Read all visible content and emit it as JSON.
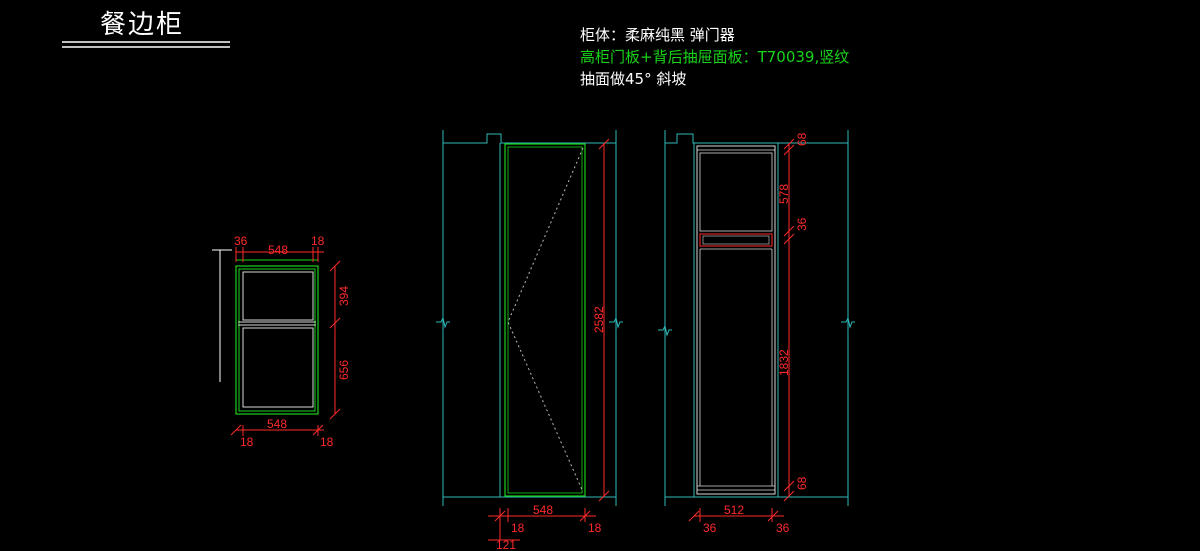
{
  "drawing": {
    "title": "餐边柜",
    "notes": [
      "柜体：柔麻纯黑 弹门器",
      "高柜门板+背后抽屉面板：T70039,竖纹",
      "抽面做45° 斜坡"
    ]
  },
  "dimensions": {
    "small_cabinet": {
      "top_left": "36",
      "top_mid": "548",
      "top_right": "18",
      "upper_height": "394",
      "lower_height": "656",
      "bottom_width": "548",
      "bottom_left": "18",
      "bottom_right": "18"
    },
    "tall_door": {
      "height": "2582",
      "width": "548",
      "left": "18",
      "right": "18",
      "offset": "121"
    },
    "tall_interior": {
      "top": "68",
      "upper": "578",
      "drawer": "36",
      "lower": "1832",
      "bottom": "68",
      "width": "512",
      "left": "36",
      "right": "36"
    }
  },
  "colors": {
    "dimension": "#ff2a2a",
    "cabinet_outline": "#19d319",
    "wall": "#2fb8b8",
    "panel": "#d8d8d8",
    "leader": "#ffffff"
  }
}
